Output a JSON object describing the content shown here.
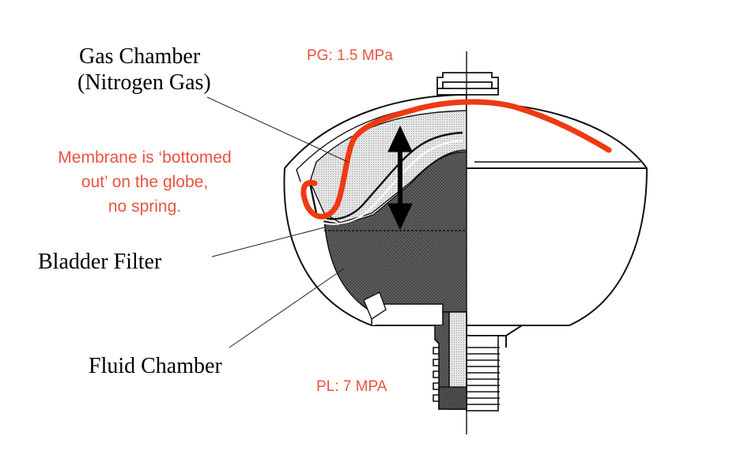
{
  "labels": {
    "gas_chamber_line1": "Gas Chamber",
    "gas_chamber_line2": "(Nitrogen Gas)",
    "bladder_filter": "Bladder Filter",
    "fluid_chamber": "Fluid Chamber"
  },
  "annotations": {
    "pg": "PG: 1.5 MPa",
    "pl": "PL: 7 MPA",
    "note_line1": "Membrane is ‘bottomed",
    "note_line2": "out’ on the globe,",
    "note_line3": "no spring."
  },
  "colors": {
    "annotation_red": "#e8533f",
    "stroke_red": "#ee3a12",
    "outline": "#111111",
    "fluid_fill": "#4a4a4a",
    "gas_fill": "#cfcfcf"
  }
}
